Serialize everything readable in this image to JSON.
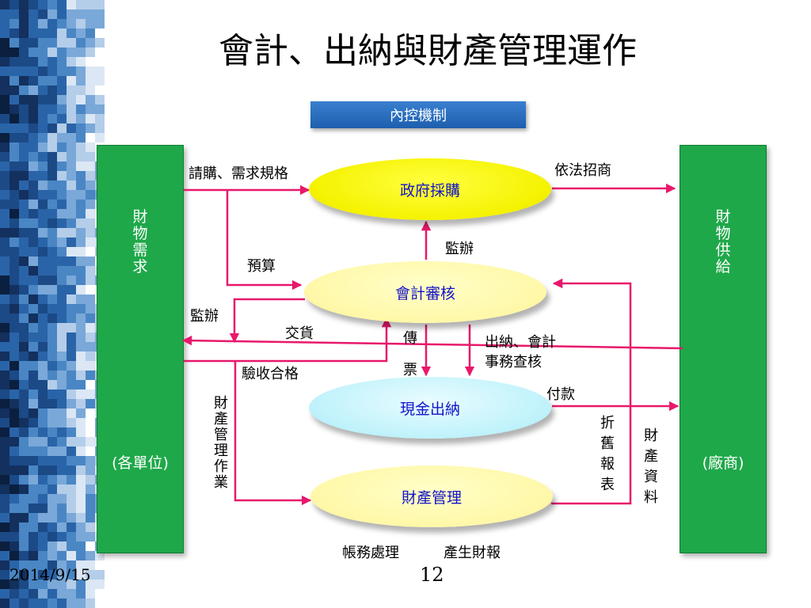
{
  "title": "會計、出納與財產管理運作",
  "header_box": "內控機制",
  "left_panel": {
    "name": "財物需求",
    "sub": "(各單位)"
  },
  "right_panel": {
    "name": "財物供給",
    "sub": "(廠商)"
  },
  "nodes": {
    "procurement": "政府採購",
    "audit": "會計審核",
    "cashier": "現金出納",
    "property": "財產管理"
  },
  "labels": {
    "request": "請購、需求規格",
    "tender": "依法招商",
    "supervise_top": "監辦",
    "budget": "預算",
    "supervise_left": "監辦",
    "delivery": "交貨",
    "voucher": "傳票",
    "cashier_audit_1": "出納、會計",
    "cashier_audit_2": "事務查核",
    "acceptance": "驗收合格",
    "payment": "付款",
    "property_ops": "財產管理作業",
    "depreciation": "折舊報表",
    "property_data": "財產資料",
    "bookkeeping": "帳務處理",
    "reports": "產生財報"
  },
  "footer": {
    "date": "2014/9/15",
    "page": "12"
  },
  "colors": {
    "panel_green": "#1fa84a",
    "header_blue": "#1d5fae",
    "arrow_pink": "#e8186b",
    "node_text": "#1414c8",
    "procurement_fill": "#f5f200",
    "audit_fill": "#fff8a8",
    "cashier_fill": "#bff2fb",
    "property_fill": "#fff8a8"
  }
}
